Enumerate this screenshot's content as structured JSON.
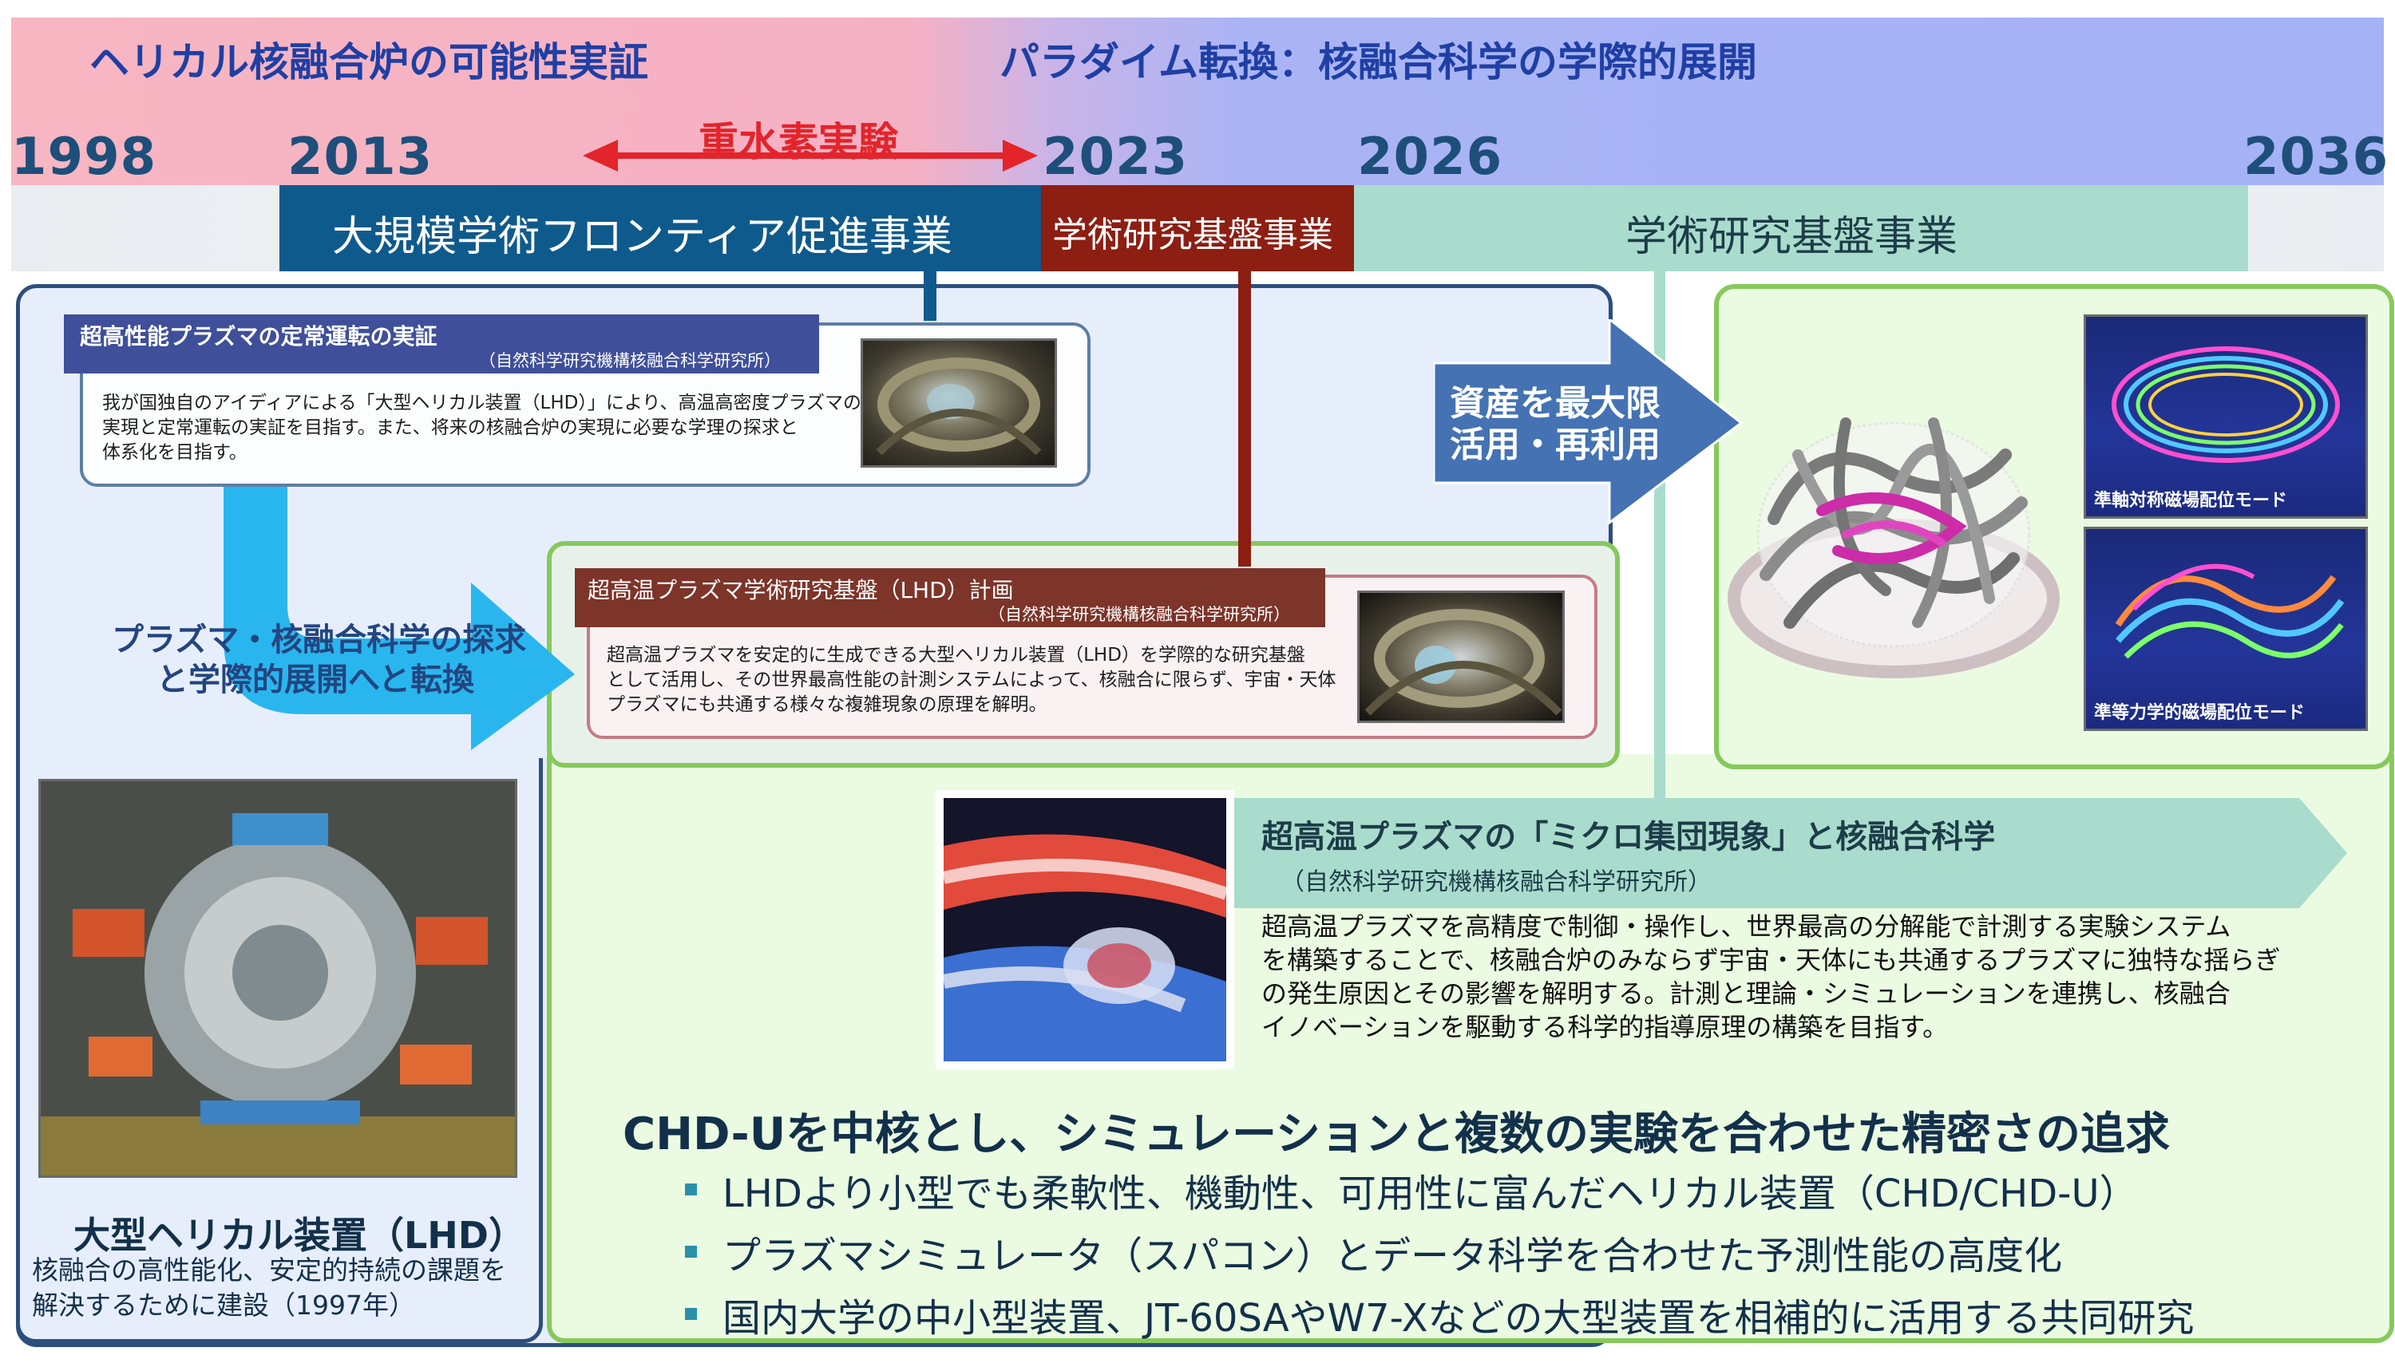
{
  "banner": {
    "left_title": "ヘリカル核融合炉の可能性実証",
    "right_title": "パラダイム転換：核融合科学の学際的展開",
    "arrow_label": "重水素実験"
  },
  "years": [
    "1998",
    "2013",
    "2023",
    "2026",
    "2036"
  ],
  "programs": {
    "frontier": "大規模学術フロンティア促進事業",
    "base_red": "学術研究基盤事業",
    "base_green": "学術研究基盤事業"
  },
  "card1": {
    "title": "超高性能プラズマの定常運転の実証",
    "org": "（自然科学研究機構核融合科学研究所）",
    "body": [
      "我が国独自のアイディアによる「大型ヘリカル装置（LHD）」により、高温高密度プラズマの",
      "実現と定常運転の実証を目指す。また、将来の核融合炉の実現に必要な学理の探求と",
      "体系化を目指す。"
    ]
  },
  "card2": {
    "title": "超高温プラズマ学術研究基盤（LHD）計画",
    "org": "（自然科学研究機構核融合科学研究所）",
    "body": [
      "超高温プラズマを安定的に生成できる大型ヘリカル装置（LHD）を学際的な研究基盤",
      "として活用し、その世界最高性能の計測システムによって、核融合に限らず、宇宙・天体",
      "プラズマにも共通する様々な複雑現象の原理を解明。"
    ]
  },
  "transition": {
    "line1": "プラズマ・核融合科学の探求",
    "line2": "と学際的展開へと転換"
  },
  "asset_arrow": {
    "line1": "資産を最大限",
    "line2": "活用・再利用"
  },
  "modes": {
    "top": "準軸対称磁場配位モード",
    "bottom": "準等力学的磁場配位モード"
  },
  "micro": {
    "title": "超高温プラズマの「ミクロ集団現象」と核融合科学",
    "org": "（自然科学研究機構核融合科学研究所）",
    "body": [
      "超高温プラズマを高精度で制御・操作し、世界最高の分解能で計測する実験システム",
      "を構築することで、核融合炉のみならず宇宙・天体にも共通するプラズマに独特な揺らぎ",
      "の発生原因とその影響を解明する。計測と理論・シミュレーションを連携し、核融合",
      "イノベーションを駆動する科学的指導原理の構築を目指す。"
    ]
  },
  "chd": {
    "title": "CHD-Uを中核とし、シミュレーションと複数の実験を合わせた精密さの追求",
    "bullets": [
      "LHDより小型でも柔軟性、機動性、可用性に富んだヘリカル装置（CHD/CHD-U）",
      "プラズマシミュレータ（スパコン）とデータ科学を合わせた予測性能の高度化",
      "国内大学の中小型装置、JT-60SAやW7-Xなどの大型装置を相補的に活用する共同研究"
    ]
  },
  "lhd": {
    "title": "大型ヘリカル装置（LHD）",
    "desc1": "核融合の高性能化、安定的持続の課題を",
    "desc2": "解決するために建設（1997年）"
  },
  "colors": {
    "frontier_blue": "#0f5a8c",
    "base_red": "#8c1e12",
    "base_green": "#a9dccc",
    "arrow_red": "#e3242b",
    "panel_green": "#86c95c",
    "cyan_arrow": "#29b6ef",
    "steel_arrow": "#4472b3"
  }
}
